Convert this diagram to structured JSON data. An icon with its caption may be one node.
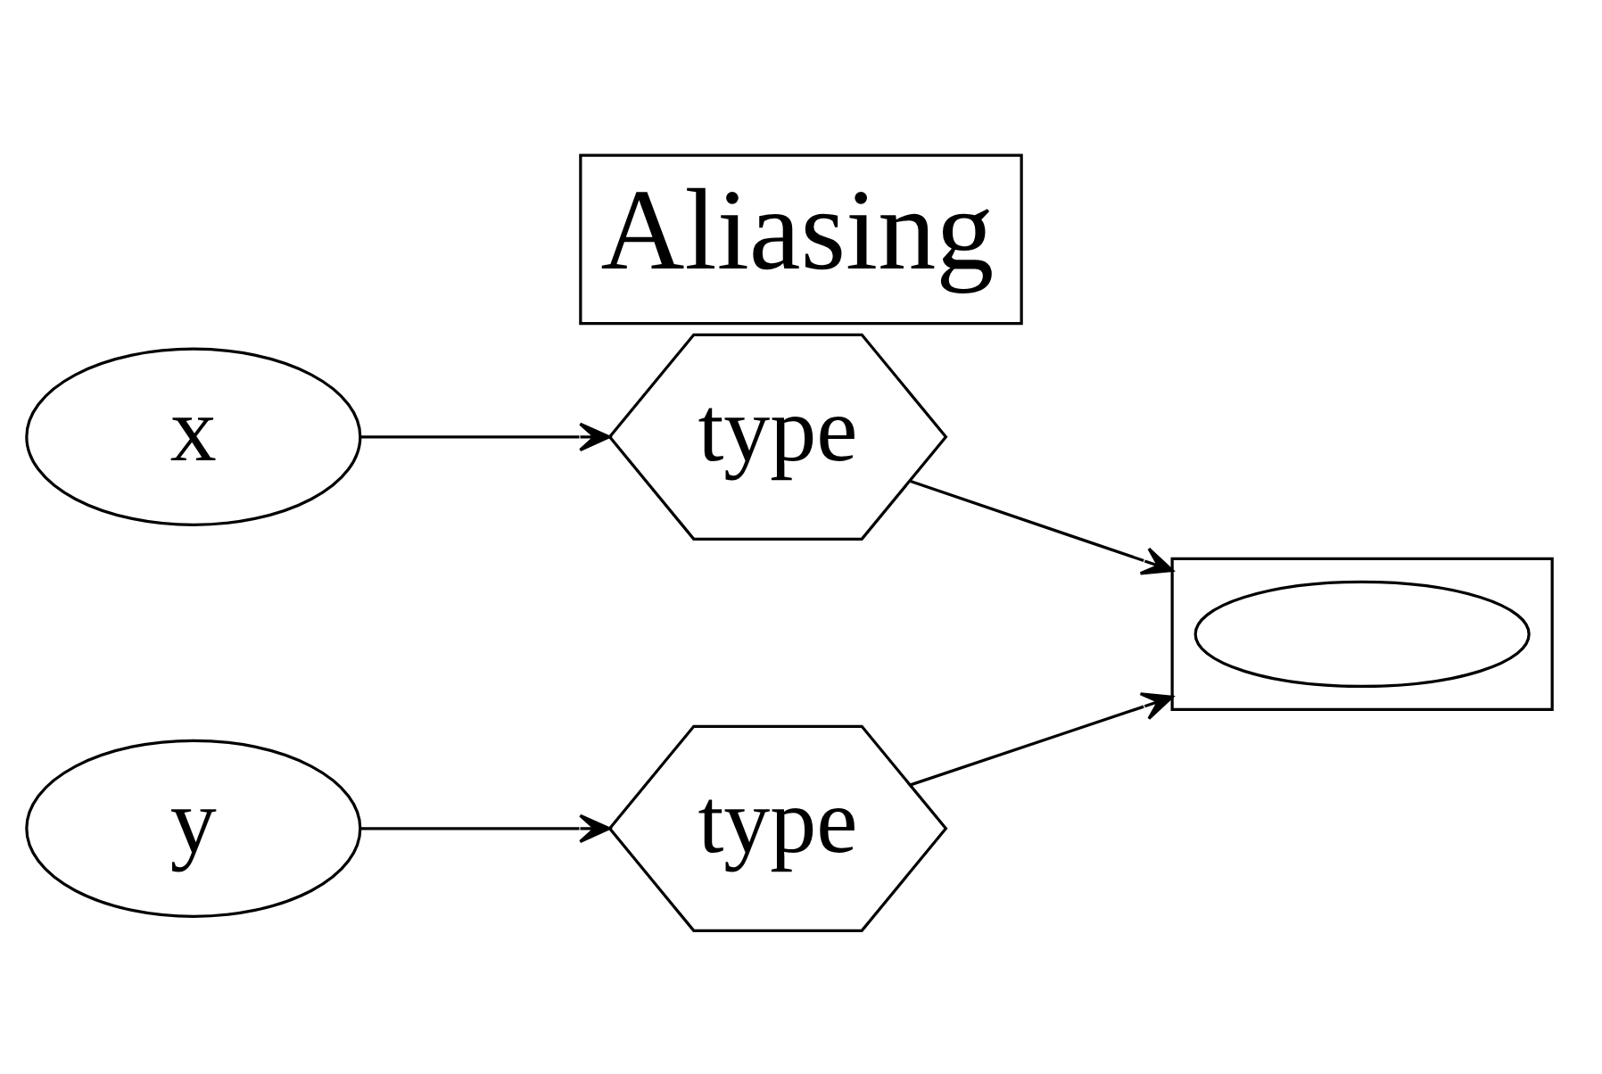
{
  "diagram": {
    "title": "Aliasing",
    "nodes": [
      {
        "text": [
          "x"
        ]
      },
      {
        "text": [
          "type"
        ]
      },
      {
        "text": [
          "y"
        ]
      },
      {
        "text": [
          "type"
        ]
      },
      {
        "text": [],
        "shape": "box"
      },
      {
        "text": [],
        "shape": "ellipse",
        "in": 4
      }
    ],
    "edges": [
      {
        "from": 0,
        "to": 1,
        "arrow": "to"
      },
      {
        "from": 2,
        "to": 3,
        "arrow": "to"
      },
      {
        "from": 1,
        "to": 5,
        "arrow": "to"
      },
      {
        "from": 3,
        "to": 5,
        "arrow": "to"
      }
    ]
  }
}
